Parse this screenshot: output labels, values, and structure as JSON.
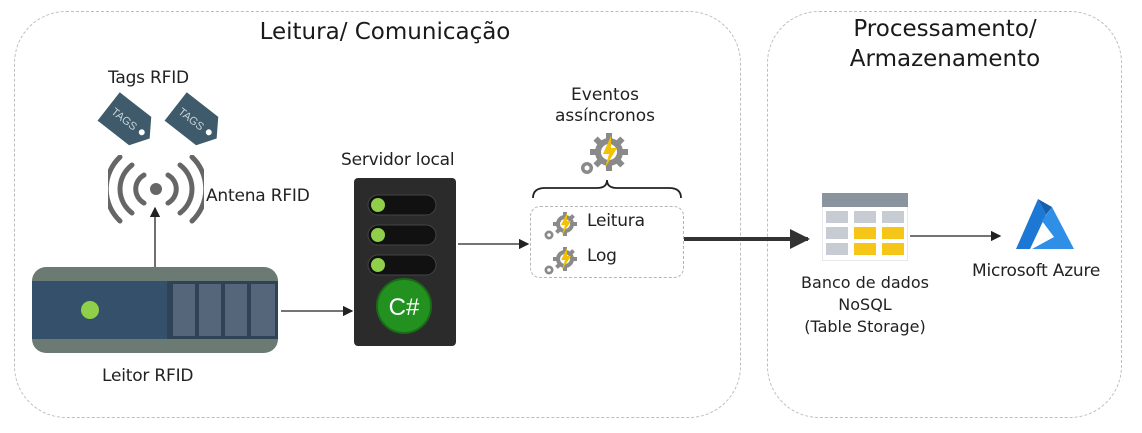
{
  "regions": {
    "reading": {
      "title": "Leitura/ Comunicação"
    },
    "processing": {
      "title_line1": "Processamento/",
      "title_line2": "Armazenamento"
    }
  },
  "nodes": {
    "tags": {
      "label": "Tags RFID",
      "tag_text": "TAGS"
    },
    "antenna": {
      "label": "Antena RFID"
    },
    "reader": {
      "label": "Leitor RFID"
    },
    "server": {
      "label": "Servidor local",
      "badge": "C#"
    },
    "events": {
      "label_line1": "Eventos",
      "label_line2": "assíncronos",
      "items": [
        "Leitura",
        "Log"
      ]
    },
    "database": {
      "label_line1": "Banco de dados",
      "label_line2": "NoSQL",
      "label_line3": "(Table Storage)"
    },
    "azure": {
      "label": "Microsoft Azure"
    }
  },
  "colors": {
    "tag": "#3f5b6b",
    "reader_body": "#2e4456",
    "reader_frame": "#6b7a72",
    "led": "#8fcf4a",
    "csharp": "#239120",
    "table_header": "#8a949e",
    "table_highlight": "#f5c518",
    "azure": "#1c78d4",
    "gear": "#8a8a8a",
    "bolt": "#f2c200"
  }
}
